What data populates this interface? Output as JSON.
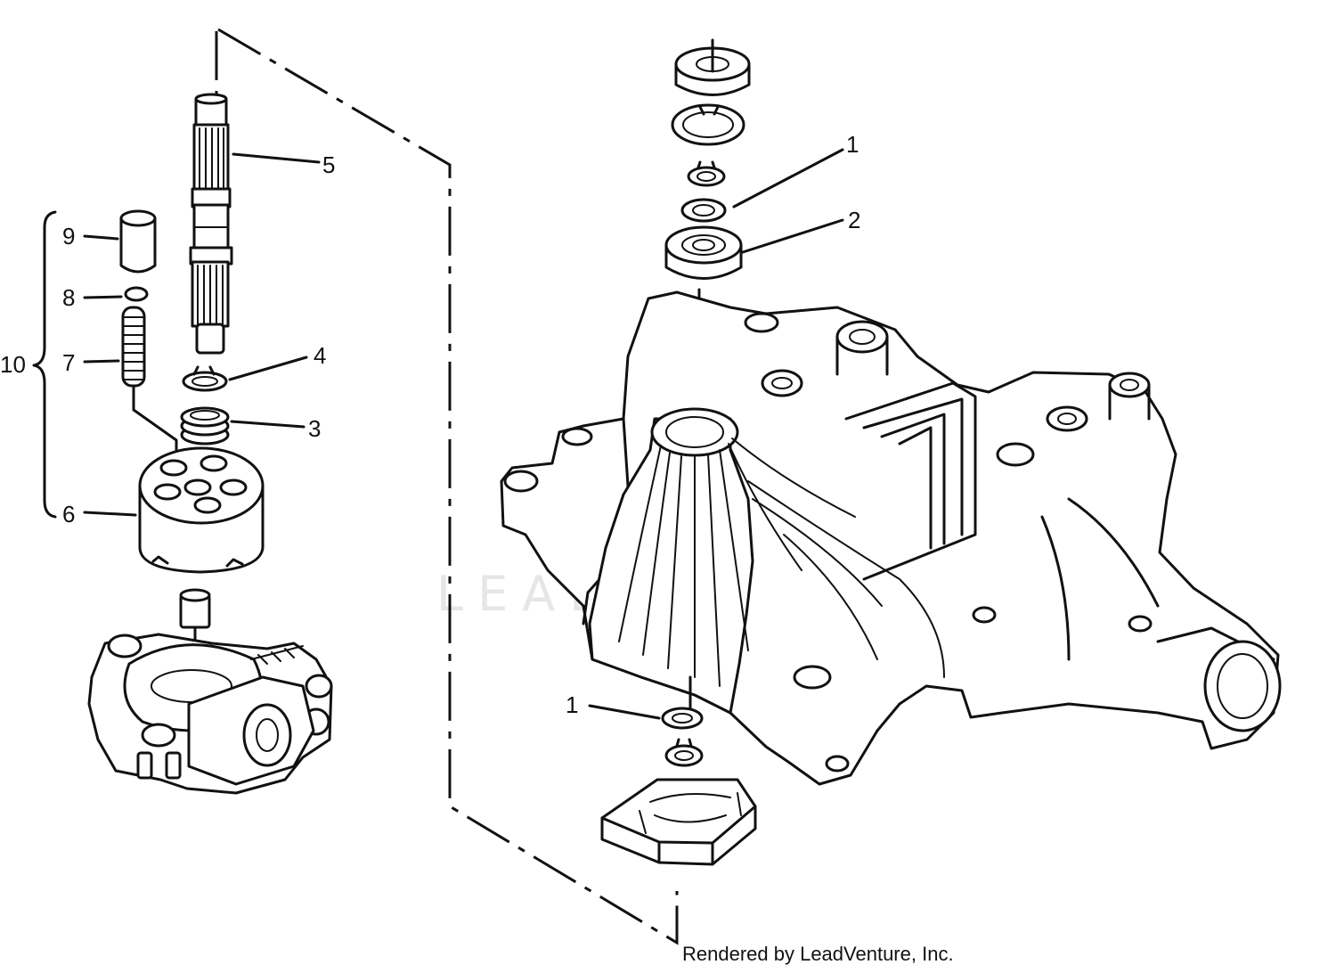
{
  "diagram": {
    "callouts": [
      {
        "id": "c1a",
        "text": "1"
      },
      {
        "id": "c2",
        "text": "2"
      },
      {
        "id": "c1b",
        "text": "1"
      },
      {
        "id": "c5",
        "text": "5"
      },
      {
        "id": "c4",
        "text": "4"
      },
      {
        "id": "c3",
        "text": "3"
      },
      {
        "id": "c9",
        "text": "9"
      },
      {
        "id": "c8",
        "text": "8"
      },
      {
        "id": "c7",
        "text": "7"
      },
      {
        "id": "c6",
        "text": "6"
      },
      {
        "id": "c10",
        "text": "10"
      }
    ],
    "credit": "Rendered by LeadVenture, Inc.",
    "watermark": "LEADVENTURE"
  }
}
